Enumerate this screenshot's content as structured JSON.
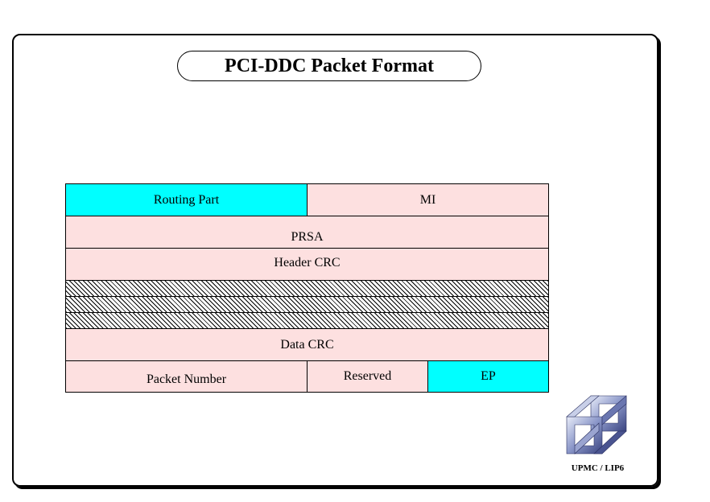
{
  "title": "PCI-DDC Packet Format",
  "packet": {
    "row1": {
      "routing_part": "Routing Part",
      "mi": "MI"
    },
    "row2": {
      "prsa": "PRSA"
    },
    "row3": {
      "header_crc": "Header CRC"
    },
    "row5": {
      "data_crc": "Data CRC"
    },
    "row6": {
      "packet_number": "Packet Number",
      "reserved": "Reserved",
      "ep": "EP"
    }
  },
  "colors": {
    "cyan": "#00ffff",
    "pink": "#fde0e0"
  },
  "footer": {
    "logo_icon": "upmc-lip6-cube-logo-icon",
    "logo_text": "UPMC / LIP6"
  }
}
